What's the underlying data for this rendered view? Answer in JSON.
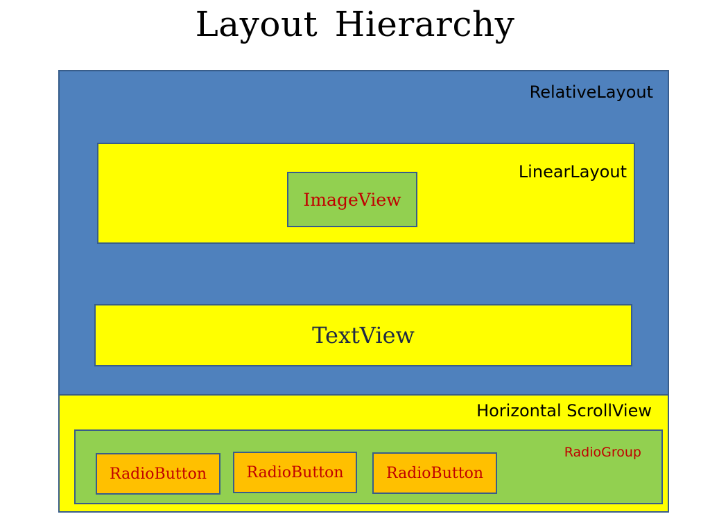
{
  "title": "Layout  Hierarchy",
  "diagram": {
    "relative_layout": {
      "label": "RelativeLayout",
      "color": "#4f81bd"
    },
    "linear_layout": {
      "label": "LinearLayout",
      "color": "#ffff00"
    },
    "image_view": {
      "label": "ImageView",
      "color": "#92d050",
      "text_color": "#c00000"
    },
    "text_view": {
      "label": "TextView",
      "color": "#ffff00"
    },
    "horizontal_scroll_view": {
      "label": "Horizontal ScrollView",
      "color": "#ffff00"
    },
    "radio_group": {
      "label": "RadioGroup",
      "color": "#92d050",
      "text_color": "#c00000"
    },
    "radio_buttons": [
      {
        "label": "RadioButton"
      },
      {
        "label": "RadioButton"
      },
      {
        "label": "RadioButton"
      }
    ],
    "radio_button_color": "#ffc000",
    "border_color": "#385d8a"
  }
}
